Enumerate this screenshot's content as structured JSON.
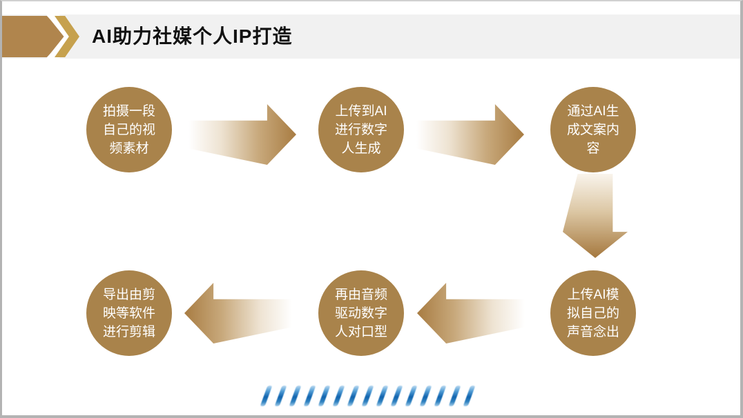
{
  "header": {
    "title": "AI助力社媒个人IP打造"
  },
  "colors": {
    "circle_fill": "#A9834B",
    "arrow_dark": "#A87C42",
    "header_pentagon": "#B0854D",
    "header_chevron": "#C6A14E",
    "header_band": "#F1F1F1",
    "slash_blue": "#1063AE",
    "title_text": "#111111",
    "circle_text": "#FFFFFF"
  },
  "steps": [
    {
      "order": 1,
      "text": "拍摄一段\n自己的视\n频素材"
    },
    {
      "order": 2,
      "text": "上传到AI\n进行数字\n人生成"
    },
    {
      "order": 3,
      "text": "通过AI生\n成文案内\n容"
    },
    {
      "order": 4,
      "text": "上传AI模\n拟自己的\n声音念出"
    },
    {
      "order": 5,
      "text": "再由音频\n驱动数字\n人对口型"
    },
    {
      "order": 6,
      "text": "导出由剪\n映等软件\n进行剪辑"
    }
  ],
  "flow": {
    "top_row_direction": "left-to-right",
    "bottom_row_direction": "right-to-left"
  },
  "decor": {
    "slash_count": 15
  }
}
